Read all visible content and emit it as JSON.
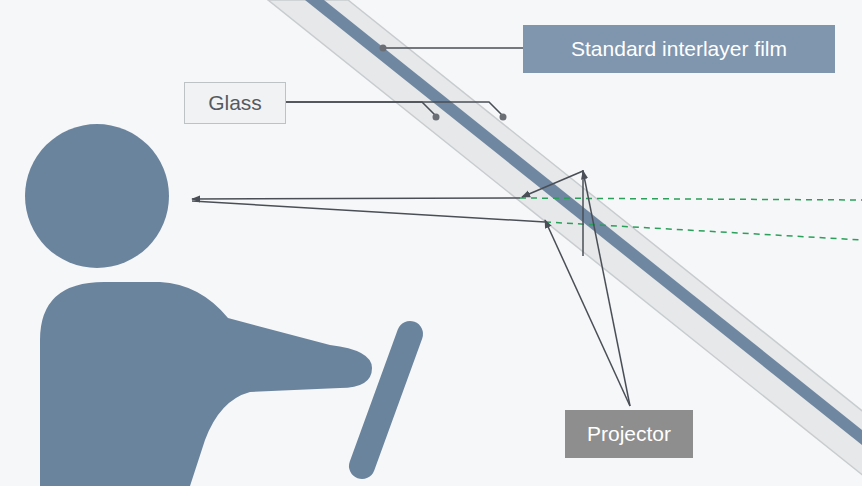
{
  "diagram": {
    "nodes": [
      {
        "text": [
          "Standard interlayer film"
        ]
      },
      {
        "text": [
          "Glass"
        ]
      },
      {
        "text": [
          "Projector"
        ]
      }
    ]
  }
}
